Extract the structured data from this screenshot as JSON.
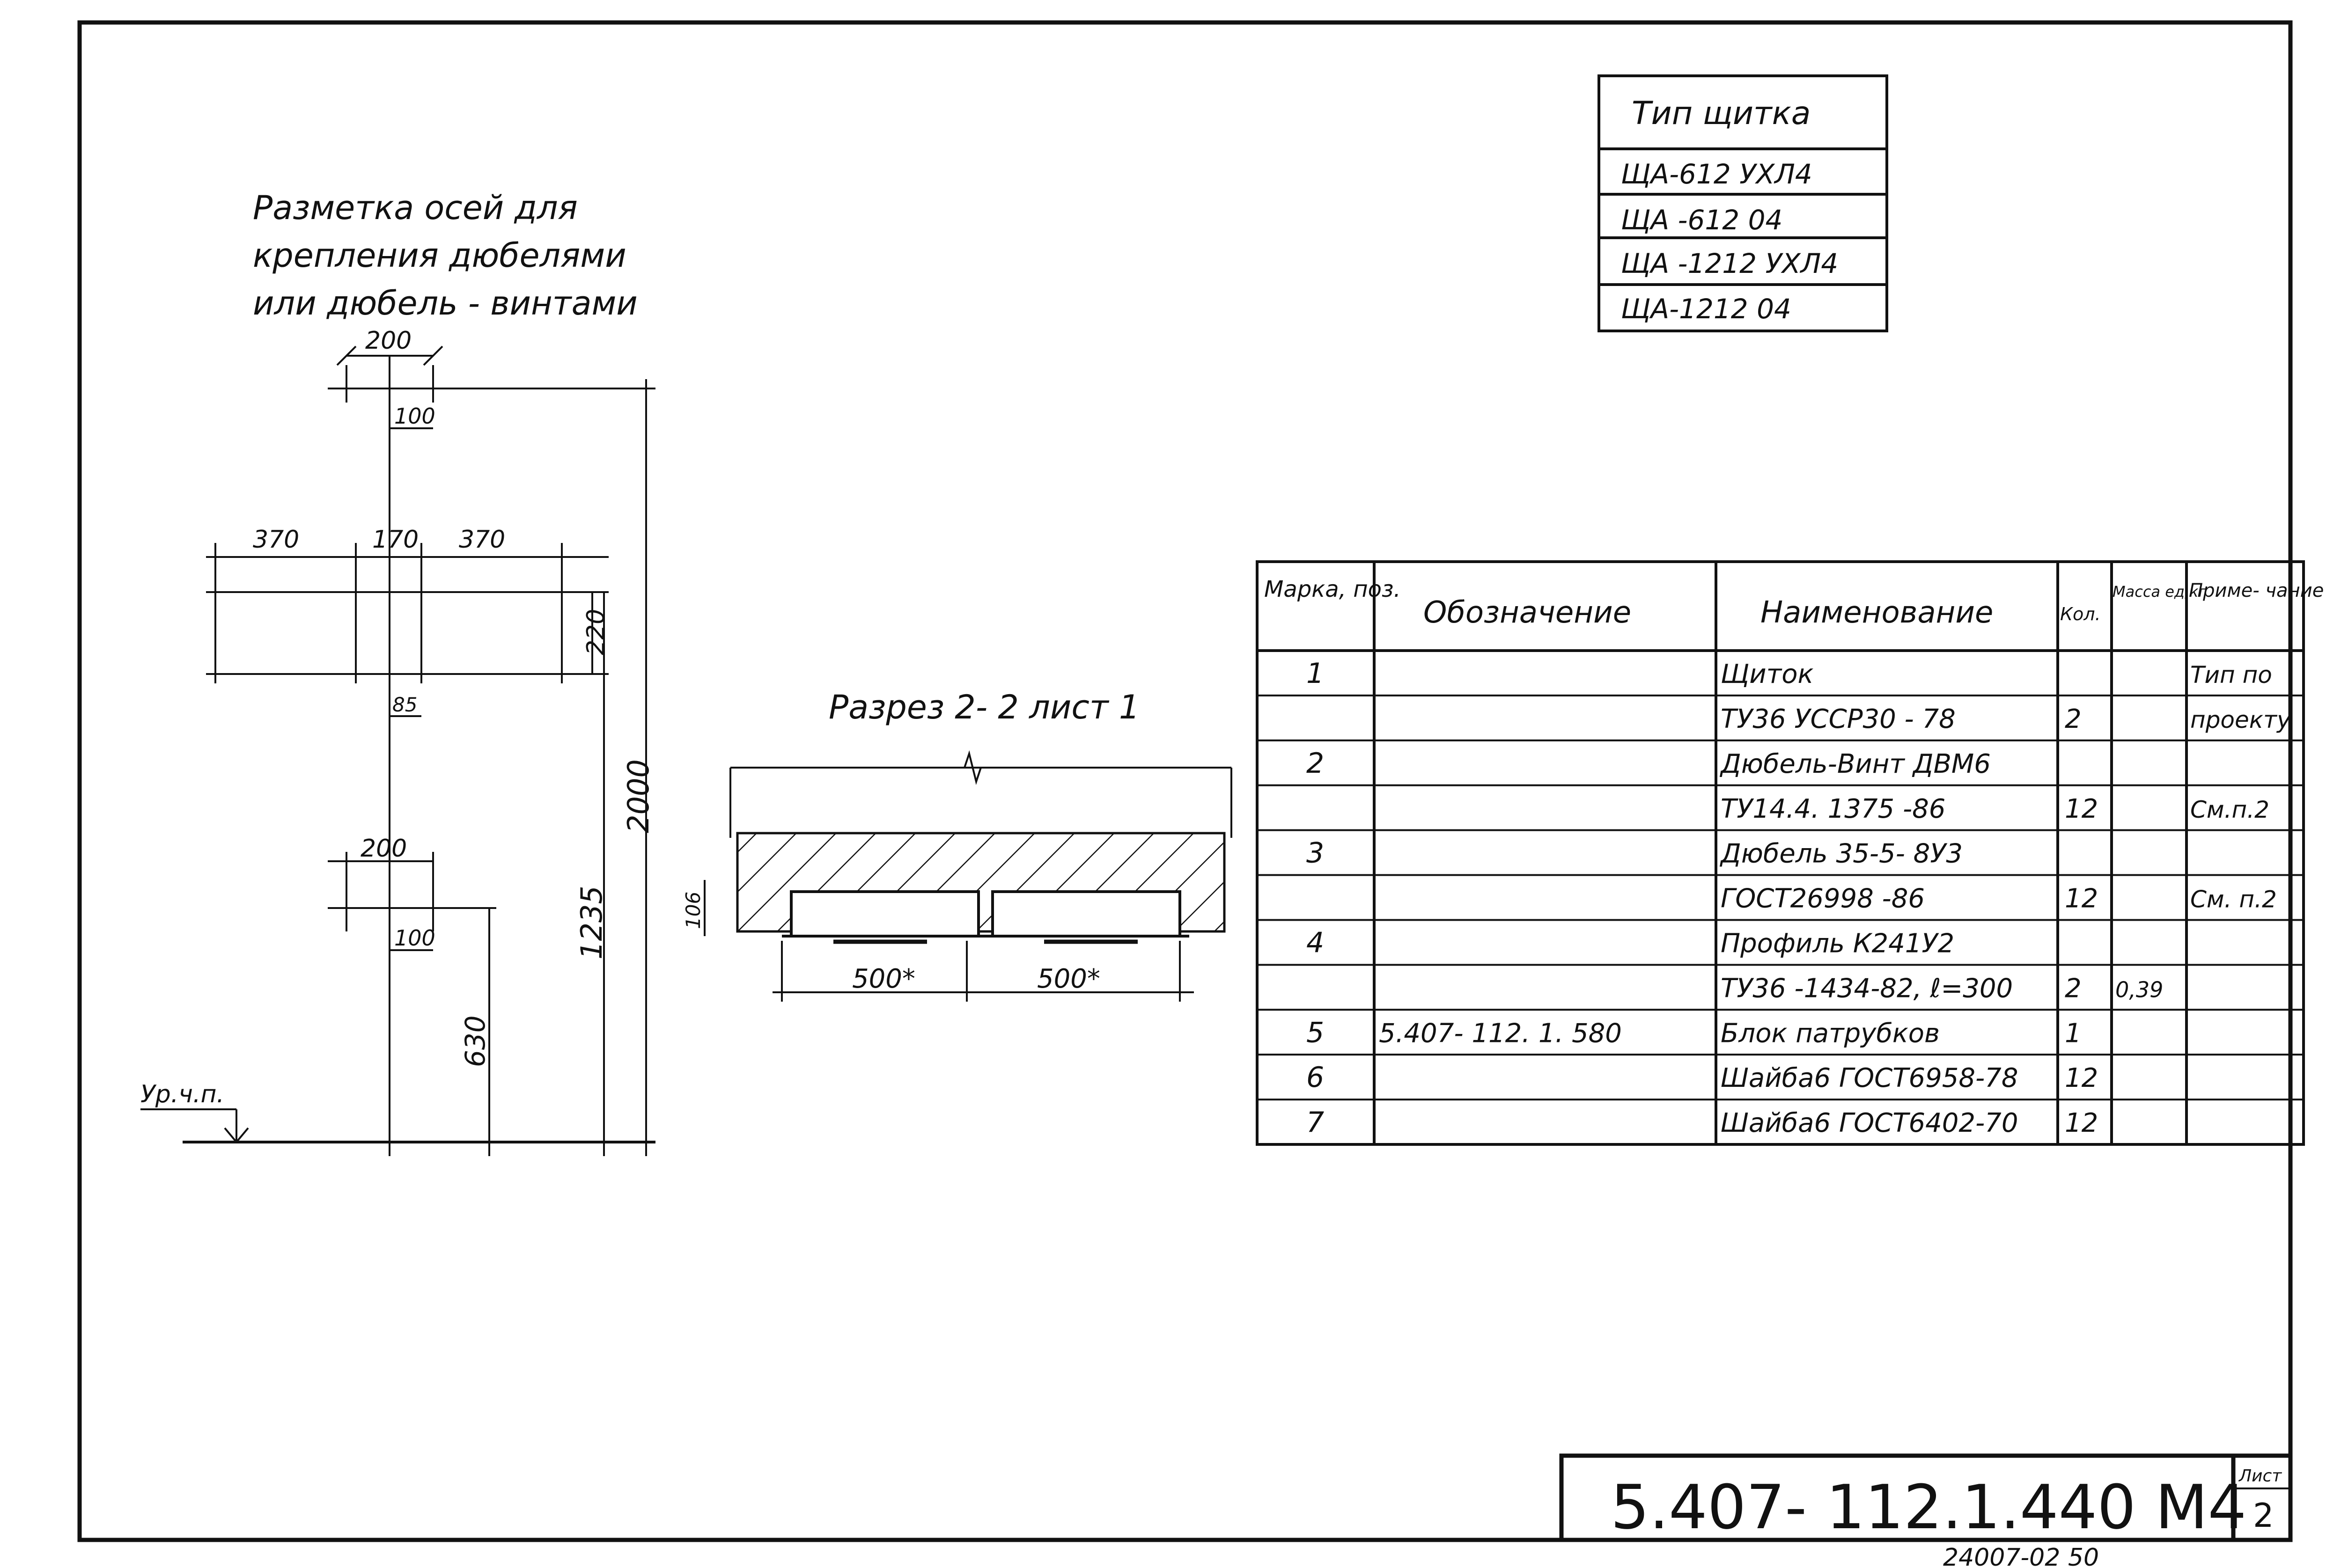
{
  "panel_types": {
    "header": "Тип щитка",
    "rows": [
      "ЩА-612 УХЛ4",
      "ЩА -612 04",
      "ЩА -1212 УХЛ4",
      "ЩА-1212 04"
    ]
  },
  "layout_drawing": {
    "title_lines": [
      "Разметка осей для",
      "крепления дюбелями",
      "или дюбель - винтами"
    ],
    "dims": {
      "top_200": "200",
      "top_100": "100",
      "left_370": "370",
      "mid_170": "170",
      "right_370": "370",
      "v_220": "220",
      "v_85": "85",
      "bot_200": "200",
      "bot_100": "100",
      "v_2000": "2000",
      "v_1235": "1235",
      "v_630": "630"
    },
    "floor_label": "Ур.ч.п."
  },
  "section": {
    "title": "Разрез 2- 2 лист 1",
    "dim_106": "106",
    "dim_500_a": "500*",
    "dim_500_b": "500*"
  },
  "spec_table": {
    "headers": [
      "Марка, поз.",
      "Обозначение",
      "Наименование",
      "Кол.",
      "Масса ед,кг",
      "Приме- чание"
    ],
    "rows": [
      {
        "pos": "1",
        "des": "",
        "name": "Щиток",
        "qty": "",
        "mass": "",
        "note": "Тип по"
      },
      {
        "pos": "",
        "des": "",
        "name": "ТУ36 УССР30 - 78",
        "qty": "2",
        "mass": "",
        "note": "проекту"
      },
      {
        "pos": "2",
        "des": "",
        "name": "Дюбель-Винт ДВМ6",
        "qty": "",
        "mass": "",
        "note": ""
      },
      {
        "pos": "",
        "des": "",
        "name": "ТУ14.4. 1375 -86",
        "qty": "12",
        "mass": "",
        "note": "См.п.2"
      },
      {
        "pos": "3",
        "des": "",
        "name": "Дюбель 35-5- 8У3",
        "qty": "",
        "mass": "",
        "note": ""
      },
      {
        "pos": "",
        "des": "",
        "name": "ГОСТ26998 -86",
        "qty": "12",
        "mass": "",
        "note": "См. п.2"
      },
      {
        "pos": "4",
        "des": "",
        "name": "Профиль К241У2",
        "qty": "",
        "mass": "",
        "note": ""
      },
      {
        "pos": "",
        "des": "",
        "name": "ТУ36 -1434-82, ℓ=300",
        "qty": "2",
        "mass": "0,39",
        "note": ""
      },
      {
        "pos": "5",
        "des": "5.407- 112. 1. 580",
        "name": "Блок патрубков",
        "qty": "1",
        "mass": "",
        "note": ""
      },
      {
        "pos": "6",
        "des": "",
        "name": "Шайба6 ГОСТ6958-78",
        "qty": "12",
        "mass": "",
        "note": ""
      },
      {
        "pos": "7",
        "des": "",
        "name": "Шайба6 ГОСТ6402-70",
        "qty": "12",
        "mass": "",
        "note": ""
      }
    ]
  },
  "title_block": {
    "code": "5.407- 112.1.440 М4",
    "sheet_label": "Лист",
    "sheet_no": "2"
  },
  "footer_stamp": "24007-02 50"
}
